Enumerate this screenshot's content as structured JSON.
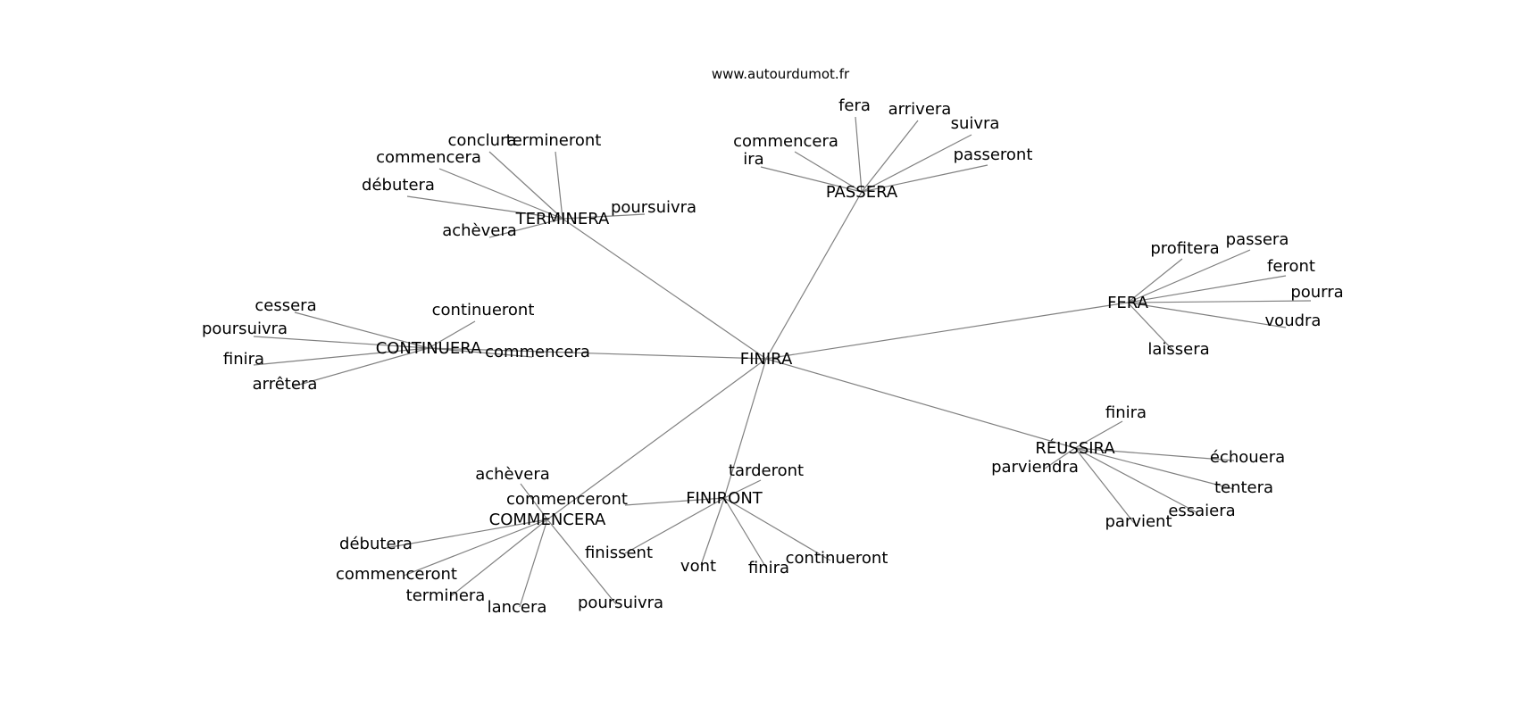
{
  "header": {
    "site": "www.autourdumot.fr"
  },
  "graph": {
    "nodes": [
      {
        "id": "finira_c",
        "label": "FINIRA"
      },
      {
        "id": "terminera",
        "label": "TERMINERA"
      },
      {
        "id": "passera",
        "label": "PASSERA"
      },
      {
        "id": "fera",
        "label": "FERA"
      },
      {
        "id": "continuera",
        "label": "CONTINUERA"
      },
      {
        "id": "reussira",
        "label": "RÉUSSIRA"
      },
      {
        "id": "finiront",
        "label": "FINIRONT"
      },
      {
        "id": "commencera_h",
        "label": "COMMENCERA"
      },
      {
        "id": "t_conclura",
        "label": "conclura"
      },
      {
        "id": "t_termineront",
        "label": "termineront"
      },
      {
        "id": "t_commencera",
        "label": "commencera"
      },
      {
        "id": "t_debutera",
        "label": "débutera"
      },
      {
        "id": "t_poursuivra",
        "label": "poursuivra"
      },
      {
        "id": "t_achevera",
        "label": "achèvera"
      },
      {
        "id": "p_fera",
        "label": "fera"
      },
      {
        "id": "p_arrivera",
        "label": "arrivera"
      },
      {
        "id": "p_suivra",
        "label": "suivra"
      },
      {
        "id": "p_commencera",
        "label": "commencera"
      },
      {
        "id": "p_ira",
        "label": "ira"
      },
      {
        "id": "p_passeront",
        "label": "passeront"
      },
      {
        "id": "f_profitera",
        "label": "profitera"
      },
      {
        "id": "f_passera",
        "label": "passera"
      },
      {
        "id": "f_feront",
        "label": "feront"
      },
      {
        "id": "f_pourra",
        "label": "pourra"
      },
      {
        "id": "f_voudra",
        "label": "voudra"
      },
      {
        "id": "f_laissera",
        "label": "laissera"
      },
      {
        "id": "c_cessera",
        "label": "cessera"
      },
      {
        "id": "c_continueront",
        "label": "continueront"
      },
      {
        "id": "c_poursuivra",
        "label": "poursuivra"
      },
      {
        "id": "c_finira",
        "label": "finira"
      },
      {
        "id": "c_arretera",
        "label": "arrêtera"
      },
      {
        "id": "c_commencera",
        "label": "commencera"
      },
      {
        "id": "r_finira",
        "label": "finira"
      },
      {
        "id": "r_parviendra",
        "label": "parviendra"
      },
      {
        "id": "r_echouera",
        "label": "échouera"
      },
      {
        "id": "r_tentera",
        "label": "tentera"
      },
      {
        "id": "r_essaiera",
        "label": "essaiera"
      },
      {
        "id": "r_parvient",
        "label": "parvient"
      },
      {
        "id": "fr_tarderont",
        "label": "tarderont"
      },
      {
        "id": "fr_commenceront",
        "label": "commenceront"
      },
      {
        "id": "fr_finissent",
        "label": "finissent"
      },
      {
        "id": "fr_vont",
        "label": "vont"
      },
      {
        "id": "fr_finira",
        "label": "finira"
      },
      {
        "id": "fr_continueront",
        "label": "continueront"
      },
      {
        "id": "cm_achevera",
        "label": "achèvera"
      },
      {
        "id": "cm_debutera",
        "label": "débutera"
      },
      {
        "id": "cm_commenceront",
        "label": "commenceront"
      },
      {
        "id": "cm_terminera",
        "label": "terminera"
      },
      {
        "id": "cm_lancera",
        "label": "lancera"
      },
      {
        "id": "cm_poursuivra",
        "label": "poursuivra"
      }
    ],
    "edges": [
      [
        "finira_c",
        "terminera"
      ],
      [
        "finira_c",
        "passera"
      ],
      [
        "finira_c",
        "fera"
      ],
      [
        "finira_c",
        "continuera"
      ],
      [
        "finira_c",
        "reussira"
      ],
      [
        "finira_c",
        "finiront"
      ],
      [
        "finira_c",
        "commencera_h"
      ],
      [
        "terminera",
        "t_conclura"
      ],
      [
        "terminera",
        "t_termineront"
      ],
      [
        "terminera",
        "t_commencera"
      ],
      [
        "terminera",
        "t_debutera"
      ],
      [
        "terminera",
        "t_poursuivra"
      ],
      [
        "terminera",
        "t_achevera"
      ],
      [
        "passera",
        "p_fera"
      ],
      [
        "passera",
        "p_arrivera"
      ],
      [
        "passera",
        "p_suivra"
      ],
      [
        "passera",
        "p_commencera"
      ],
      [
        "passera",
        "p_ira"
      ],
      [
        "passera",
        "p_passeront"
      ],
      [
        "fera",
        "f_profitera"
      ],
      [
        "fera",
        "f_passera"
      ],
      [
        "fera",
        "f_feront"
      ],
      [
        "fera",
        "f_pourra"
      ],
      [
        "fera",
        "f_voudra"
      ],
      [
        "fera",
        "f_laissera"
      ],
      [
        "continuera",
        "c_cessera"
      ],
      [
        "continuera",
        "c_continueront"
      ],
      [
        "continuera",
        "c_poursuivra"
      ],
      [
        "continuera",
        "c_finira"
      ],
      [
        "continuera",
        "c_arretera"
      ],
      [
        "continuera",
        "c_commencera"
      ],
      [
        "reussira",
        "r_finira"
      ],
      [
        "reussira",
        "r_parviendra"
      ],
      [
        "reussira",
        "r_echouera"
      ],
      [
        "reussira",
        "r_tentera"
      ],
      [
        "reussira",
        "r_essaiera"
      ],
      [
        "reussira",
        "r_parvient"
      ],
      [
        "finiront",
        "fr_tarderont"
      ],
      [
        "finiront",
        "fr_commenceront"
      ],
      [
        "finiront",
        "fr_finissent"
      ],
      [
        "finiront",
        "fr_vont"
      ],
      [
        "finiront",
        "fr_finira"
      ],
      [
        "finiront",
        "fr_continueront"
      ],
      [
        "commencera_h",
        "cm_achevera"
      ],
      [
        "commencera_h",
        "cm_debutera"
      ],
      [
        "commencera_h",
        "cm_commenceront"
      ],
      [
        "commencera_h",
        "cm_terminera"
      ],
      [
        "commencera_h",
        "cm_lancera"
      ],
      [
        "commencera_h",
        "cm_poursuivra"
      ]
    ]
  }
}
